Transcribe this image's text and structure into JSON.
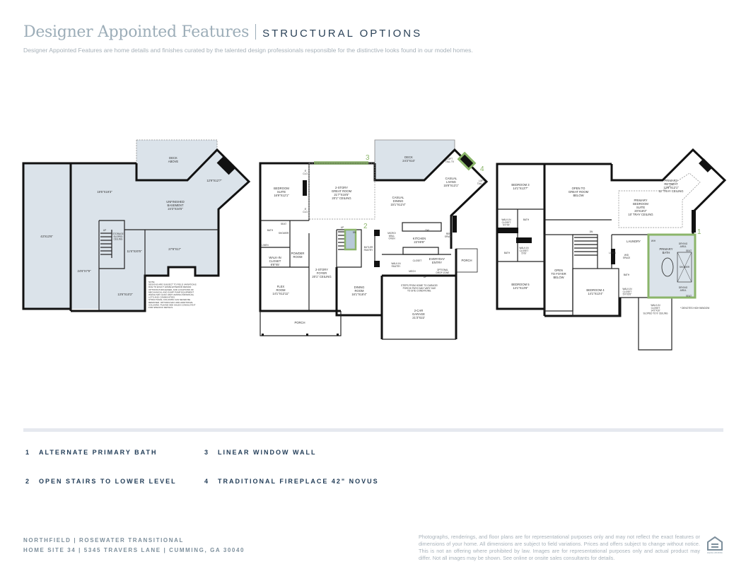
{
  "header": {
    "title": "Designer Appointed Features",
    "subtitle_tag": "STRUCTURAL OPTIONS",
    "description": "Designer Appointed Features are home details and finishes curated by the talented design professionals responsible for the distinctive looks found in our model homes."
  },
  "plans": {
    "basement": {
      "deck_above": [
        "DECK",
        "ABOVE"
      ],
      "left_room": [
        "43'X13'6\""
      ],
      "room_a": [
        "19'5\"X19'3\""
      ],
      "unfinished": [
        "UNFINISHED",
        "BASEMENT",
        "24'3\"X34'5\""
      ],
      "angled_room": [
        "12'9\"X12'7\""
      ],
      "room_b": [
        "27'8\"X17'"
      ],
      "room_c": [
        "11'6\"X20'5\""
      ],
      "room_d": [
        "24'6\"X7'9\""
      ],
      "room_e": [
        "13'6\"X10'2\""
      ],
      "storage": [
        "STORAGE",
        "SLOPED",
        "CEILING"
      ],
      "up": [
        "UP"
      ],
      "note": [
        "NOTE:",
        "DESIGNS ARE SUBJECT TO FIELD VARIATIONS",
        "DUE TO EXACT HOME EXTERIOR DESIGN",
        "OPTIONS PURCHASED, AND LOCATIONS OF",
        "MECHANICAL AND SUMP PUMP EQUIPMENT",
        "WHICH MAY ALSO VARY AMONG INDIVIDUAL",
        "LOTS AND COMMUNITIES.",
        "",
        "STRUCTURAL COLUMNS CAN NEVER BE",
        "REMOVED. OPTIONS MAY ADD ADDITIONAL",
        "COLUMNS. PLEASE SEE SALES CONSULTANT",
        "FOR SPECIFIC DETAILS."
      ]
    },
    "main": {
      "bedroom_suite": [
        "BEDROOM",
        "SUITE",
        "16'9\"X12'1\""
      ],
      "great_room": [
        "2-STORY",
        "GREAT ROOM",
        "21'7\"X16'5\"",
        "20'1\" CEILING"
      ],
      "deck": [
        "DECK",
        "24'2\"X10'"
      ],
      "casual_living": [
        "CASUAL",
        "LIVING",
        "15'8\"X13'1\""
      ],
      "casual_dining": [
        "CASUAL",
        "DINING",
        "15'1\"X12'4\""
      ],
      "kitchen": [
        "KITCHEN",
        "22'X9'8\""
      ],
      "micro": [
        "MICRO/",
        "WALL",
        "OVEN"
      ],
      "ref": [
        "REF",
        "SPACE"
      ],
      "bath": [
        "BATH"
      ],
      "seat": [
        "SEAT"
      ],
      "shower": [
        "SHOWER"
      ],
      "linen": [
        "LINEN"
      ],
      "walk_in_closet": [
        "WALK-IN",
        "CLOSET",
        "8'8\"X5'"
      ],
      "powder": [
        "POWDER",
        "ROOM"
      ],
      "foyer": [
        "2-STORY",
        "FOYER",
        "20'1\" CEILING"
      ],
      "butler": [
        "BUTLER",
        "PANTRY"
      ],
      "walk_in_pantry": [
        "WALK-IN",
        "PANTRY"
      ],
      "closet": [
        "CLOSET"
      ],
      "everyday_entry": [
        "EVERYDAY",
        "ENTRY"
      ],
      "porch_side": [
        "PORCH"
      ],
      "mech": [
        "MECH"
      ],
      "optional_drop": [
        "OPTIONAL",
        "DROP ZONE"
      ],
      "flex": [
        "FLEX",
        "ROOM",
        "14'1\"X12'11\""
      ],
      "dining": [
        "DINING",
        "ROOM",
        "16'1\"X18'4\""
      ],
      "porch_front": [
        "PORCH"
      ],
      "garage": [
        "2-CAR",
        "GARAGE",
        "21'3\"X22'"
      ],
      "steps_note": [
        "STEPS FROM HOME TO GARAGE/",
        "PORCH/ PATIO MAY VARY DUE",
        "TO SITE CONDITIONS."
      ],
      "clo": [
        "8'",
        "CLO."
      ],
      "clo2": [
        "8'",
        "CLO."
      ],
      "up": [
        "UP"
      ],
      "dn": [
        "DN"
      ],
      "up2": [
        "UP"
      ],
      "tv_left": [
        "LOFT",
        "TALL TV"
      ],
      "tv_right": [
        "LOFT",
        "TALL TV"
      ],
      "dw": [
        "DW"
      ]
    },
    "upper": {
      "bedroom3": [
        "BEDROOM 3",
        "14'1\"X13'7\""
      ],
      "open_great": [
        "OPEN TO",
        "GREAT ROOM",
        "BELOW"
      ],
      "retreat": [
        "PRIMARY",
        "RETREAT",
        "13'8\"X12'1\"",
        "11' TRAY CEILING"
      ],
      "primary_suite": [
        "PRIMARY",
        "BEDROOM",
        "SUITE",
        "20'X18'2\"",
        "10' TRAY CEILING"
      ],
      "wic1": [
        "WALK-IN",
        "CLOSET",
        "5'2\"X5'"
      ],
      "bath1": [
        "BATH"
      ],
      "bath2": [
        "BATH"
      ],
      "wic2": [
        "WALK-IN",
        "CLOSET",
        "5'X6'"
      ],
      "laundry": [
        "LAUNDRY"
      ],
      "linen": [
        "LINEN"
      ],
      "wd": [
        "W/D",
        "SPACE"
      ],
      "primary_bath": [
        "PRIMARY",
        "BATH"
      ],
      "drying1": [
        "DRYING",
        "AREA"
      ],
      "drying2": [
        "DRYING",
        "AREA"
      ],
      "shower": [
        "SHOWER"
      ],
      "seat1": [
        "SEAT"
      ],
      "seat2": [
        "SEAT"
      ],
      "wh": [
        "W/H"
      ],
      "open_foyer": [
        "OPEN",
        "TO FOYER",
        "BELOW"
      ],
      "bedroom4": [
        "BEDROOM 4",
        "14'1\"X13'4\""
      ],
      "bedroom5": [
        "BEDROOM 5",
        "14'1\"X13'8\""
      ],
      "bath3": [
        "BATH"
      ],
      "wic3": [
        "WALK-IN",
        "CLOSET",
        "5'9\"X5'5\""
      ],
      "wic4": [
        "WALK-IN",
        "CLOSET",
        "14'2\"X10'",
        "SLOPED TO 9' CEILING"
      ],
      "high_window": [
        "* DENOTES HIGH WINDOW"
      ],
      "dn": [
        "DN"
      ]
    },
    "markers": [
      "1",
      "2",
      "3",
      "4"
    ]
  },
  "legend": [
    {
      "num": "1",
      "label": "ALTERNATE PRIMARY BATH"
    },
    {
      "num": "2",
      "label": "OPEN STAIRS TO LOWER LEVEL"
    },
    {
      "num": "3",
      "label": "LINEAR WINDOW WALL"
    },
    {
      "num": "4",
      "label": "TRADITIONAL FIREPLACE 42\" NOVUS"
    }
  ],
  "footer": {
    "line1": "NORTHFIELD |  ROSEWATER TRANSITIONAL",
    "line2": "HOME SITE 34 | 5345 TRAVERS LANE | CUMMING, GA 30040",
    "disclaimer": "Photographs, renderings, and floor plans are for representational purposes only and may not reflect the exact features or dimensions of your home. All dimensions are subject to field variations. Prices and offers subject to change without notice. This is not an offering where prohibited by law. Images are for representational purposes only and actual product may differ. Not all images may be shown. See online or onsite sales consultants for details.",
    "logo_text": "EQUAL HOUSING OPPORTUNITY"
  },
  "colors": {
    "title": "#9cadb8",
    "navy": "#1f3a55",
    "highlight": "#8bb56a",
    "plan_fill": "#dbe3ea"
  }
}
